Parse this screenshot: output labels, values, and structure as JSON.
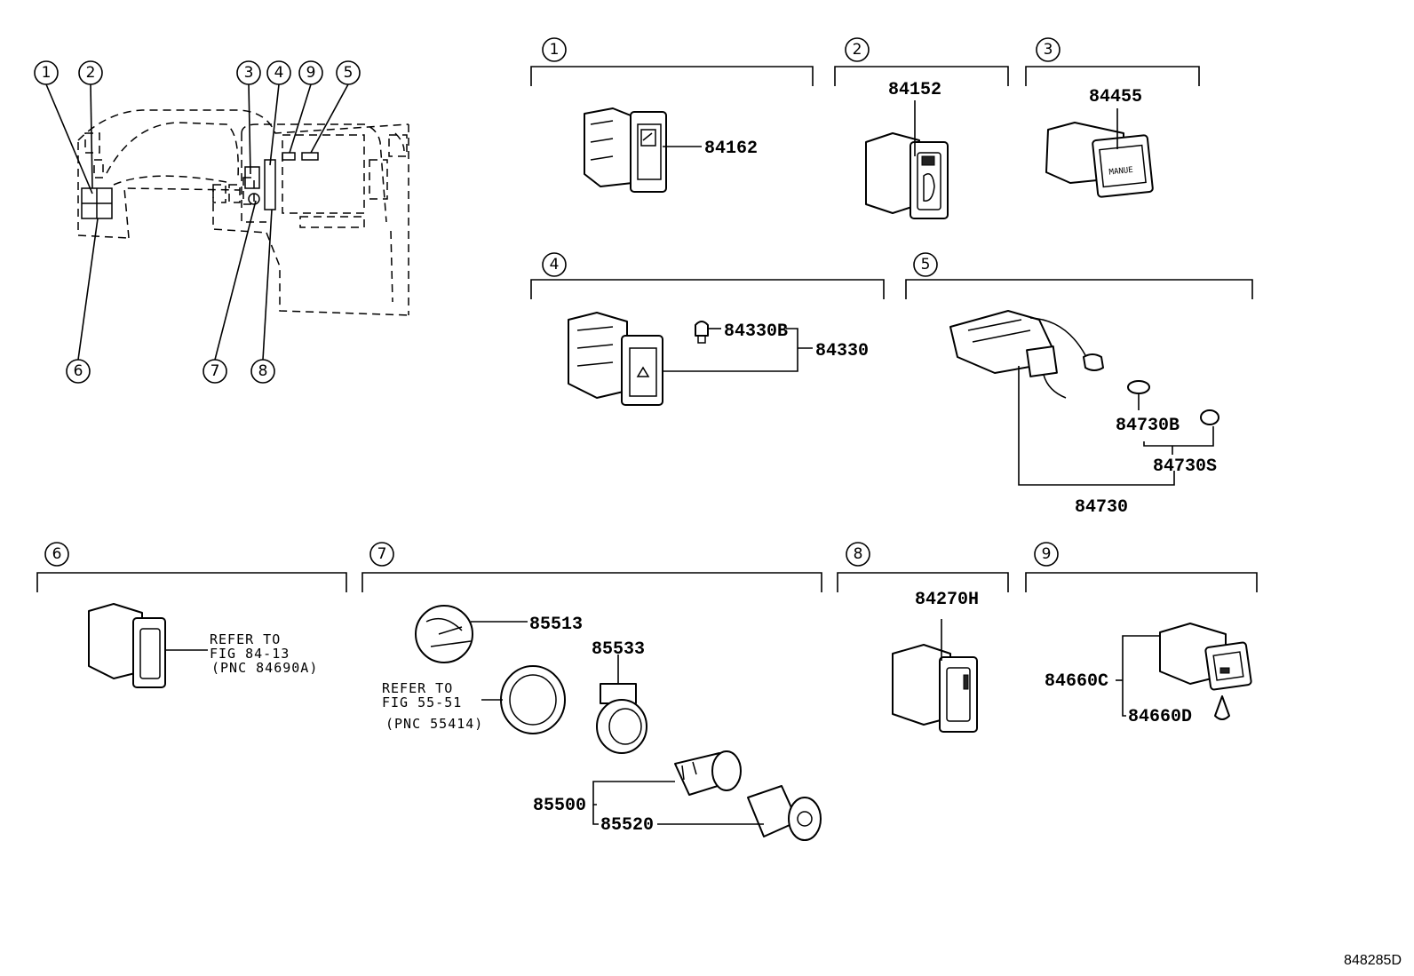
{
  "sections": [
    {
      "num": "1",
      "parts": [
        "84162"
      ]
    },
    {
      "num": "2",
      "parts": [
        "84152"
      ]
    },
    {
      "num": "3",
      "parts": [
        "84455"
      ]
    },
    {
      "num": "4",
      "parts": [
        "84330B",
        "84330"
      ]
    },
    {
      "num": "5",
      "parts": [
        "84730B",
        "84730S",
        "84730"
      ]
    },
    {
      "num": "6",
      "notes": [
        "REFER TO",
        "FIG 84-13",
        "(PNC 84690A)"
      ]
    },
    {
      "num": "7",
      "parts": [
        "85513",
        "85533",
        "85500",
        "85520"
      ],
      "notes": [
        "REFER TO",
        "FIG 55-51",
        "(PNC 55414)"
      ]
    },
    {
      "num": "8",
      "parts": [
        "84270H"
      ]
    },
    {
      "num": "9",
      "parts": [
        "84660C",
        "84660D"
      ]
    }
  ],
  "overview_callouts": [
    "1",
    "2",
    "3",
    "4",
    "9",
    "5",
    "6",
    "7",
    "8"
  ],
  "diagram_code": "848285D"
}
